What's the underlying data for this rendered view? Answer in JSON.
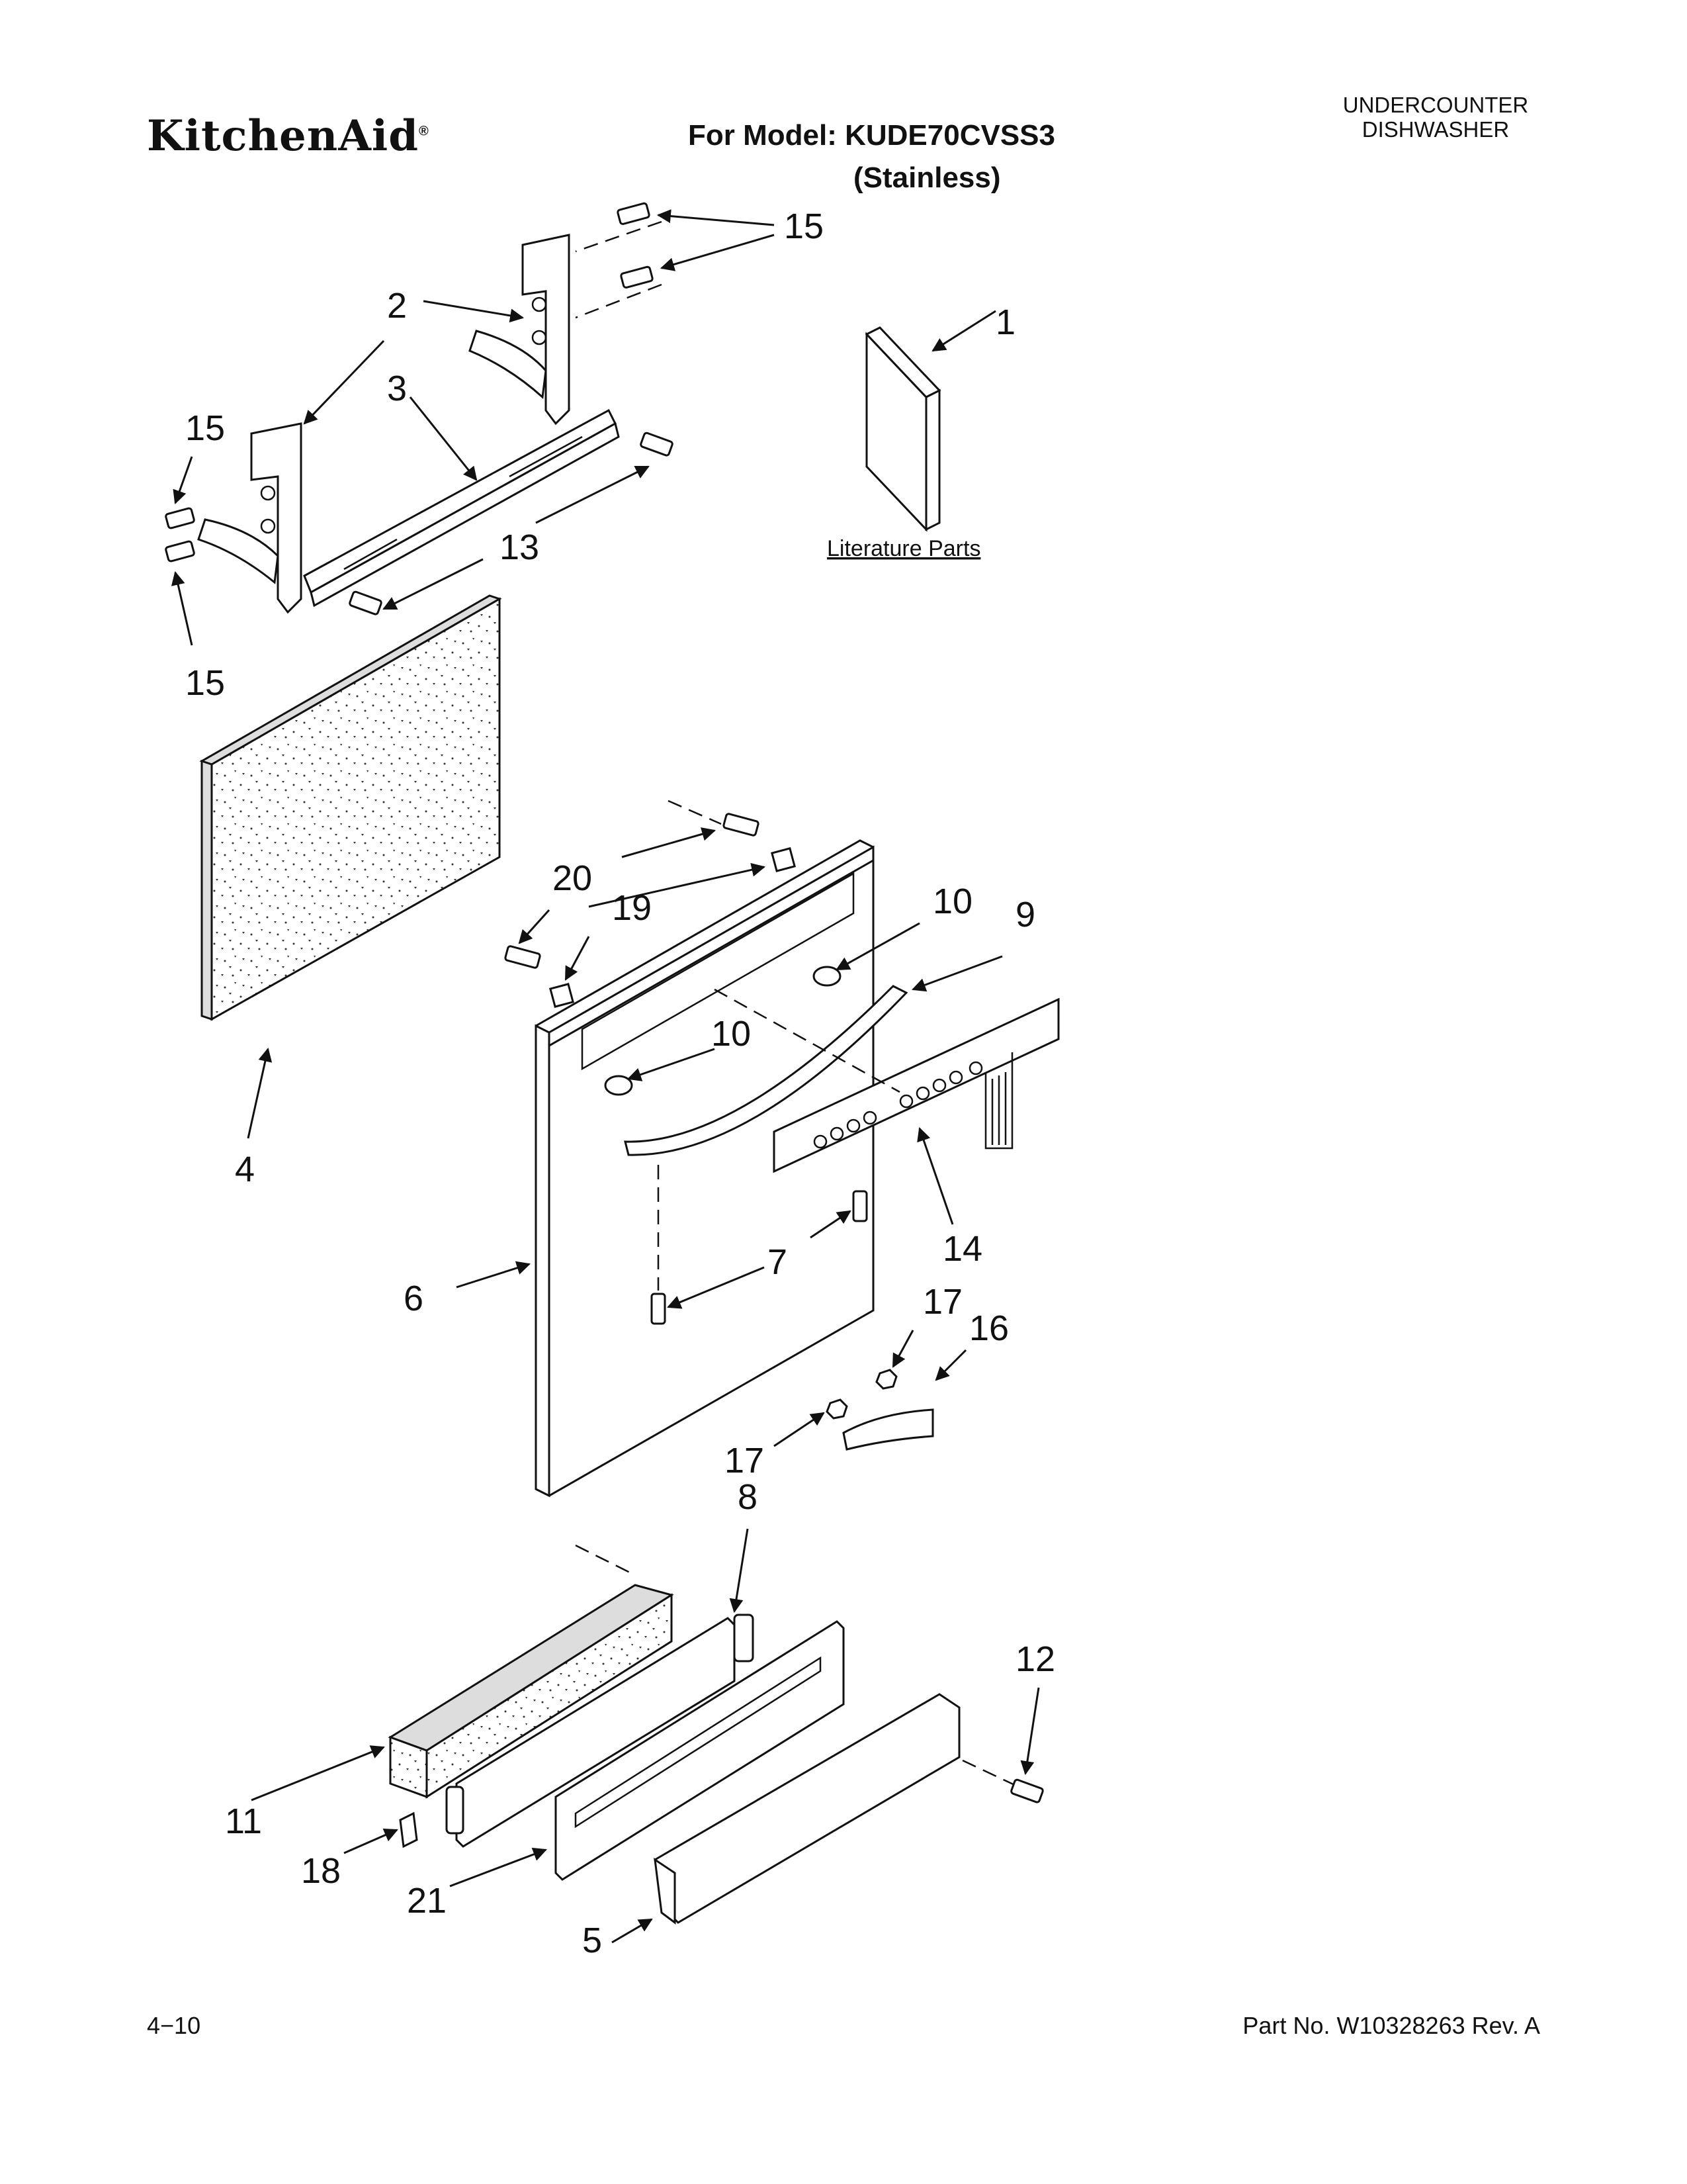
{
  "header": {
    "brand": "KitchenAid",
    "brand_mark": "®",
    "model_line": "For Model: KUDE70CVSS3",
    "model_variant": "(Stainless)",
    "product_line1": "UNDERCOUNTER",
    "product_line2": "DISHWASHER"
  },
  "literature": {
    "label": "Literature Parts"
  },
  "callouts": {
    "c1": "1",
    "c2": "2",
    "c3": "3",
    "c4": "4",
    "c5": "5",
    "c6": "6",
    "c7": "7",
    "c8": "8",
    "c9": "9",
    "c10a": "10",
    "c10b": "10",
    "c11": "11",
    "c12": "12",
    "c13": "13",
    "c14": "14",
    "c15a": "15",
    "c15b": "15",
    "c15c": "15",
    "c16": "16",
    "c17a": "17",
    "c17b": "17",
    "c18": "18",
    "c19": "19",
    "c20": "20",
    "c21": "21"
  },
  "footer": {
    "page": "4−10",
    "part_no": "Part No. W10328263 Rev. A"
  }
}
